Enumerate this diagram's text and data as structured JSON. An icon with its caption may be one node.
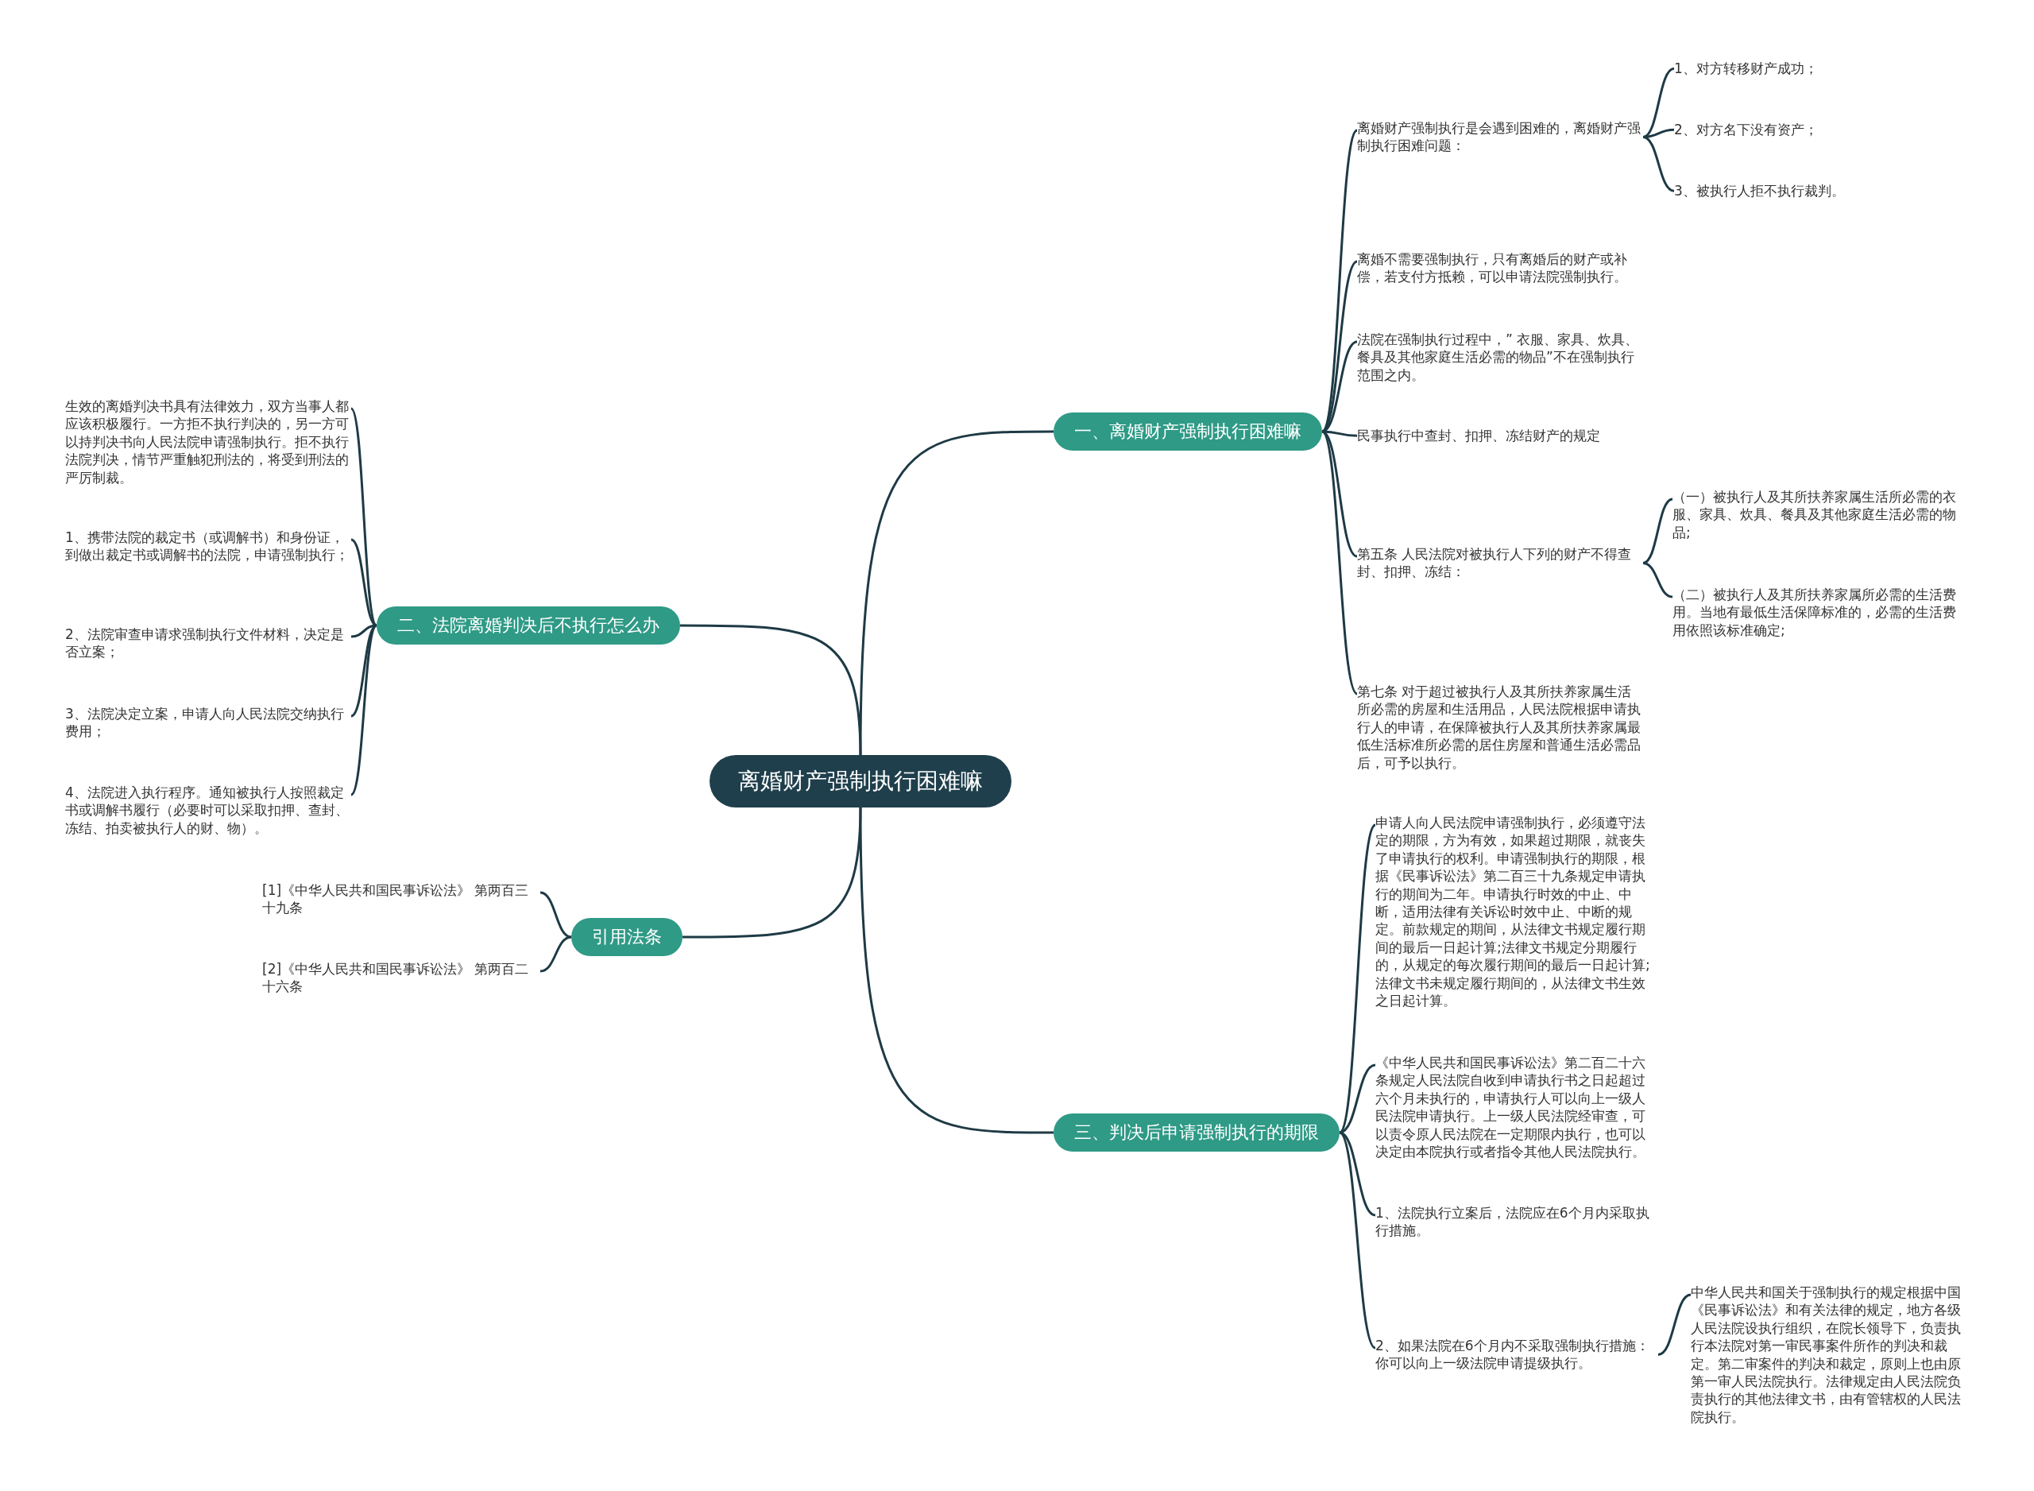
{
  "diagram": {
    "nodes": [
      {
        "text": [
          "离婚财产强制执行困难嘛"
        ]
      },
      {
        "text": [
          "一、离婚财产强制执行困难嘛"
        ]
      },
      {
        "text": [
          "离婚财产强制执行是会遇到困难的，离婚财产强制执行困难问题："
        ]
      },
      {
        "text": [
          "1、对方转移财产成功；"
        ]
      },
      {
        "text": [
          "2、对方名下没有资产；"
        ]
      },
      {
        "text": [
          "3、被执行人拒不执行裁判。"
        ]
      },
      {
        "text": [
          "离婚不需要强制执行，只有离婚后的财产或补偿，若支付方抵赖，可以申请法院强制执行。"
        ]
      },
      {
        "text": [
          "法院在强制执行过程中，” 衣服、家具、炊具、餐具及其他家庭生活必需的物品”不在强制执行范围之内。"
        ]
      },
      {
        "text": [
          "民事执行中查封、扣押、冻结财产的规定"
        ]
      },
      {
        "text": [
          "第五条 人民法院对被执行人下列的财产不得查封、扣押、冻结："
        ]
      },
      {
        "text": [
          "（一）被执行人及其所扶养家属生活所必需的衣服、家具、炊具、餐具及其他家庭生活必需的物品;"
        ]
      },
      {
        "text": [
          "（二）被执行人及其所扶养家属所必需的生活费用。当地有最低生活保障标准的，必需的生活费用依照该标准确定;"
        ]
      },
      {
        "text": [
          "第七条 对于超过被执行人及其所扶养家属生活所必需的房屋和生活用品，人民法院根据申请执行人的申请，在保障被执行人及其所扶养家属最低生活标准所必需的居住房屋和普通生活必需品后，可予以执行。"
        ]
      },
      {
        "text": [
          "二、法院离婚判决后不执行怎么办"
        ]
      },
      {
        "text": [
          "生效的离婚判决书具有法律效力，双方当事人都应该积极履行。一方拒不执行判决的，另一方可以持判决书向人民法院申请强制执行。拒不执行法院判决，情节严重触犯刑法的，将受到刑法的严厉制裁。"
        ]
      },
      {
        "text": [
          "1、携带法院的裁定书（或调解书）和身份证，到做出裁定书或调解书的法院，申请强制执行；"
        ]
      },
      {
        "text": [
          "2、法院审查申请求强制执行文件材料，决定是否立案；"
        ]
      },
      {
        "text": [
          "3、法院决定立案，申请人向人民法院交纳执行费用；"
        ]
      },
      {
        "text": [
          "4、法院进入执行程序。通知被执行人按照裁定书或调解书履行（必要时可以采取扣押、查封、冻结、拍卖被执行人的财、物）。"
        ]
      },
      {
        "text": [
          "引用法条"
        ]
      },
      {
        "text": [
          "[1]《中华人民共和国民事诉讼法》 第两百三十九条"
        ]
      },
      {
        "text": [
          "[2]《中华人民共和国民事诉讼法》 第两百二十六条"
        ]
      },
      {
        "text": [
          "三、判决后申请强制执行的期限"
        ]
      },
      {
        "text": [
          "申请人向人民法院申请强制执行，必须遵守法定的期限，方为有效，如果超过期限，就丧失了申请执行的权利。申请强制执行的期限，根据《民事诉讼法》第二百三十九条规定申请执行的期间为二年。申请执行时效的中止、中断，适用法律有关诉讼时效中止、中断的规定。前款规定的期间，从法律文书规定履行期间的最后一日起计算;法律文书规定分期履行的，从规定的每次履行期间的最后一日起计算;法律文书未规定履行期间的，从法律文书生效之日起计算。"
        ]
      },
      {
        "text": [
          "《中华人民共和国民事诉讼法》第二百二十六条规定人民法院自收到申请执行书之日起超过六个月未执行的，申请执行人可以向上一级人民法院申请执行。上一级人民法院经审查，可以责令原人民法院在一定期限内执行，也可以决定由本院执行或者指令其他人民法院执行。"
        ]
      },
      {
        "text": [
          "1、法院执行立案后，法院应在6个月内采取执行措施。"
        ]
      },
      {
        "text": [
          "2、如果法院在6个月内不采取强制执行措施：你可以向上一级法院申请提级执行。"
        ]
      },
      {
        "text": [
          "中华人民共和国关于强制执行的规定根据中国《民事诉讼法》和有关法律的规定，地方各级人民法院设执行组织，在院长领导下，负责执行本法院对第一审民事案件所作的判决和裁定。第二审案件的判决和裁定，原则上也由原第一审人民法院执行。法律规定由人民法院负责执行的其他法律文书，由有管辖权的人民法院执行。"
        ]
      }
    ],
    "edges": [
      {
        "from": 0,
        "to": 1,
        "arrow": "none"
      },
      {
        "from": 1,
        "to": 2,
        "arrow": "none"
      },
      {
        "from": 2,
        "to": 3,
        "arrow": "none"
      },
      {
        "from": 2,
        "to": 4,
        "arrow": "none"
      },
      {
        "from": 2,
        "to": 5,
        "arrow": "none"
      },
      {
        "from": 1,
        "to": 6,
        "arrow": "none"
      },
      {
        "from": 1,
        "to": 7,
        "arrow": "none"
      },
      {
        "from": 1,
        "to": 8,
        "arrow": "none"
      },
      {
        "from": 1,
        "to": 9,
        "arrow": "none"
      },
      {
        "from": 9,
        "to": 10,
        "arrow": "none"
      },
      {
        "from": 9,
        "to": 11,
        "arrow": "none"
      },
      {
        "from": 1,
        "to": 12,
        "arrow": "none"
      },
      {
        "from": 0,
        "to": 13,
        "arrow": "none"
      },
      {
        "from": 13,
        "to": 14,
        "arrow": "none"
      },
      {
        "from": 13,
        "to": 15,
        "arrow": "none"
      },
      {
        "from": 13,
        "to": 16,
        "arrow": "none"
      },
      {
        "from": 13,
        "to": 17,
        "arrow": "none"
      },
      {
        "from": 13,
        "to": 18,
        "arrow": "none"
      },
      {
        "from": 0,
        "to": 19,
        "arrow": "none"
      },
      {
        "from": 19,
        "to": 20,
        "arrow": "none"
      },
      {
        "from": 19,
        "to": 21,
        "arrow": "none"
      },
      {
        "from": 0,
        "to": 22,
        "arrow": "none"
      },
      {
        "from": 22,
        "to": 23,
        "arrow": "none"
      },
      {
        "from": 22,
        "to": 24,
        "arrow": "none"
      },
      {
        "from": 22,
        "to": 25,
        "arrow": "none"
      },
      {
        "from": 22,
        "to": 26,
        "arrow": "none"
      },
      {
        "from": 26,
        "to": 27,
        "arrow": "none"
      }
    ]
  }
}
